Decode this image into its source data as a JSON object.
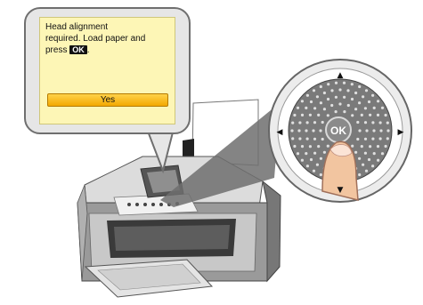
{
  "screen": {
    "message_line1": "Head alignment",
    "message_line2": "required. Load paper and",
    "message_prefix": "press",
    "ok_label": "OK",
    "message_suffix": ".",
    "yes_label": "Yes"
  },
  "control_panel": {
    "center_button_label": "OK",
    "arrow_up": "▲",
    "arrow_down": "▼",
    "arrow_left": "◀",
    "arrow_right": "▶"
  },
  "colors": {
    "lcd_background": "#fdf6b6",
    "yes_button": "#f5b400",
    "dial_gray": "#6f6f6f"
  }
}
